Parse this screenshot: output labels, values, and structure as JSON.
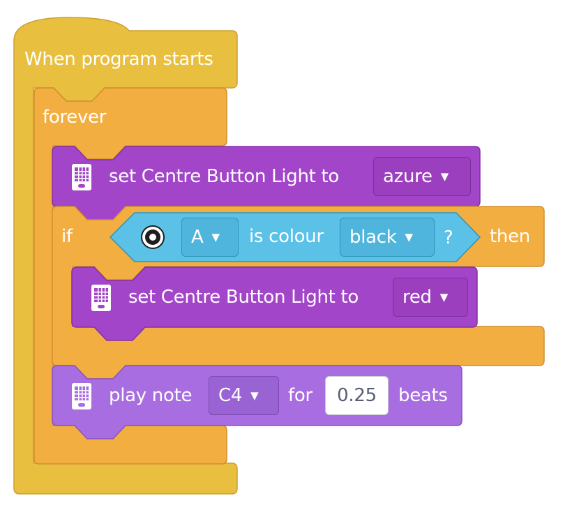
{
  "colors": {
    "event": "#e8bf3f",
    "control": "#f2ae40",
    "light": "#a345c9",
    "sensor": "#5bc1e7",
    "sound": "#a86de0"
  },
  "hat": {
    "label": "When program starts"
  },
  "forever": {
    "label": "forever"
  },
  "set_light_1": {
    "label": "set Centre Button Light to",
    "value": "azure",
    "icon": "hub-icon"
  },
  "if_block": {
    "if_label": "if",
    "then_label": "then",
    "condition": {
      "icon": "color-sensor-icon",
      "port": "A",
      "label": "is colour",
      "color": "black",
      "question": "?"
    }
  },
  "set_light_2": {
    "label": "set Centre Button Light to",
    "value": "red",
    "icon": "hub-icon"
  },
  "play_note": {
    "label": "play note",
    "note": "C4",
    "for_label": "for",
    "beats": "0.25",
    "beats_label": "beats",
    "icon": "hub-icon"
  }
}
